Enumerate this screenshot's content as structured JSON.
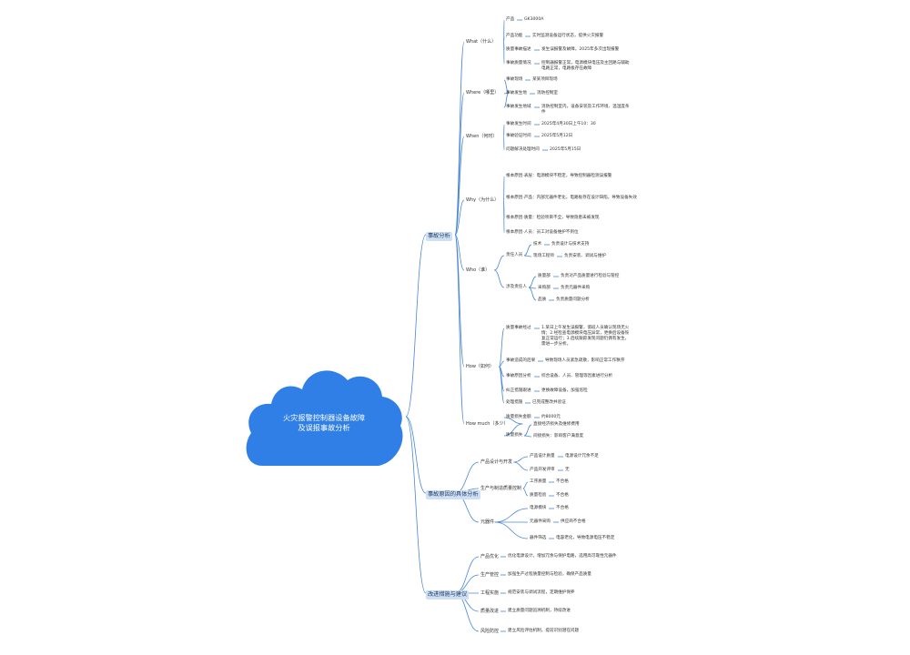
{
  "root": {
    "title_line1": "火灾报警控制器设备故障",
    "title_line2": "及误报事故分析"
  },
  "colors": {
    "cloud": "#2f7fe6",
    "line": "#4a86d6",
    "branch_bg": "#cfe0f5"
  },
  "sections": [
    {
      "label": "事故分析",
      "groups": [
        {
          "label": "What（什么）",
          "items": [
            {
              "label": "产品",
              "value": "GK3000A"
            },
            {
              "label": "产品功能",
              "value": "实时监测设备运行状态，提供火灾报警"
            },
            {
              "label": "质量事故描述",
              "value": "发生误报警及故障，2025年多次出现报警"
            },
            {
              "label": "事故质量情况",
              "value": "控制器报警正常，电源模块电压及主回路与辅助电路正常，电路板存在故障"
            }
          ]
        },
        {
          "label": "Where（哪里）",
          "items": [
            {
              "label": "事故现场",
              "value": "某某项目现场"
            },
            {
              "label": "事故发生地",
              "value": "消防控制室"
            },
            {
              "label": "事故发生地域",
              "value": "消防控制室内，设备安装及工作环境、温湿度条件"
            }
          ]
        },
        {
          "label": "When（何时）",
          "items": [
            {
              "label": "事故发生时间",
              "value": "2025年4月30日上午10：30"
            },
            {
              "label": "事故验证时间",
              "value": "2025年5月12日"
            },
            {
              "label": "问题解决处理时间",
              "value": "2025年5月15日"
            }
          ]
        },
        {
          "label": "Why（为什么）",
          "items": [
            {
              "label": "根本原因·表层：电源模块不稳定，导致控制器检测误报警"
            },
            {
              "label": "根本原因·产品：内部元器件老化，电路板存在设计缺陷，导致设备失效"
            },
            {
              "label": "根本原因·质量：检验项目不全，导致隐患未被发现"
            },
            {
              "label": "根本原因·人员：员工对设备维护不到位"
            }
          ]
        },
        {
          "label": "Who（谁）",
          "items": [
            {
              "label": "责任人员",
              "children": [
                {
                  "label": "技术",
                  "value": "负责设计与技术支持"
                },
                {
                  "label": "现场工程师",
                  "value": "负责安装、调试与维护"
                }
              ]
            },
            {
              "label": "涉及责任人",
              "children": [
                {
                  "label": "质量部",
                  "value": "负责对产品质量进行检验与管控"
                },
                {
                  "label": "采购部",
                  "value": "负责元器件采购"
                },
                {
                  "label": "品质",
                  "value": "负责质量问题分析"
                }
              ]
            }
          ]
        },
        {
          "label": "How（如何）",
          "items": [
            {
              "label": "质量事故经过",
              "value": "1.某日上午发生误报警，值班人员确认现场无火情；2.经检查电源模块电压异常，更换后设备恢复正常运行；3.后续跟踪发现问题仍偶有发生，需进一步分析。"
            },
            {
              "label": "事故造成的后果",
              "value": "导致现场人员紧急疏散，影响正常工作秩序"
            },
            {
              "label": "事故原因分析",
              "value": "综合设备、人员、管理等因素进行分析"
            },
            {
              "label": "纠正措施跟进",
              "value": "更换故障设备，加强巡检"
            },
            {
              "label": "处理措施",
              "value": "已完成整改并验证"
            }
          ]
        },
        {
          "label": "How much（多少）",
          "items": [
            {
              "label": "质量损失金额",
              "value": "约8000元"
            },
            {
              "label": "质量损失",
              "children": [
                {
                  "label": "",
                  "value": "直接经济损失及维修费用"
                },
                {
                  "label": "",
                  "value": "间接损失：影响客户满意度"
                }
              ]
            }
          ]
        }
      ]
    },
    {
      "label": "事故原因的具体分析",
      "groups": [
        {
          "label": "产品设计与开发",
          "items": [
            {
              "label": "产品设计质量",
              "value": "电源设计冗余不足"
            },
            {
              "label": "产品开发评审",
              "value": "无"
            }
          ]
        },
        {
          "label": "生产与制造质量控制",
          "items": [
            {
              "label": "工序质量",
              "value": "不合格"
            },
            {
              "label": "质量检验",
              "value": "不合格"
            }
          ]
        },
        {
          "label": "元器件",
          "items": [
            {
              "label": "电源模块",
              "value": "不合格"
            },
            {
              "label": "元器件采购",
              "value": "供应商不合格"
            },
            {
              "label": "器件筛选",
              "value": "电容老化，导致电源电压不稳定"
            }
          ]
        }
      ]
    },
    {
      "label": "改进措施与建议",
      "groups": [
        {
          "label": "产品优化",
          "value": "优化电源设计，增加冗余与保护电路，选用高可靠性元器件"
        },
        {
          "label": "生产管控",
          "value": "加强生产过程质量控制与检验，确保产品质量"
        },
        {
          "label": "工程实施",
          "value": "规范安装与调试流程，定期维护保养"
        },
        {
          "label": "质量改进",
          "value": "建立质量问题追溯机制，持续改进"
        },
        {
          "label": "风险防控",
          "value": "建立风险评估机制，提前识别潜在问题"
        }
      ]
    }
  ]
}
